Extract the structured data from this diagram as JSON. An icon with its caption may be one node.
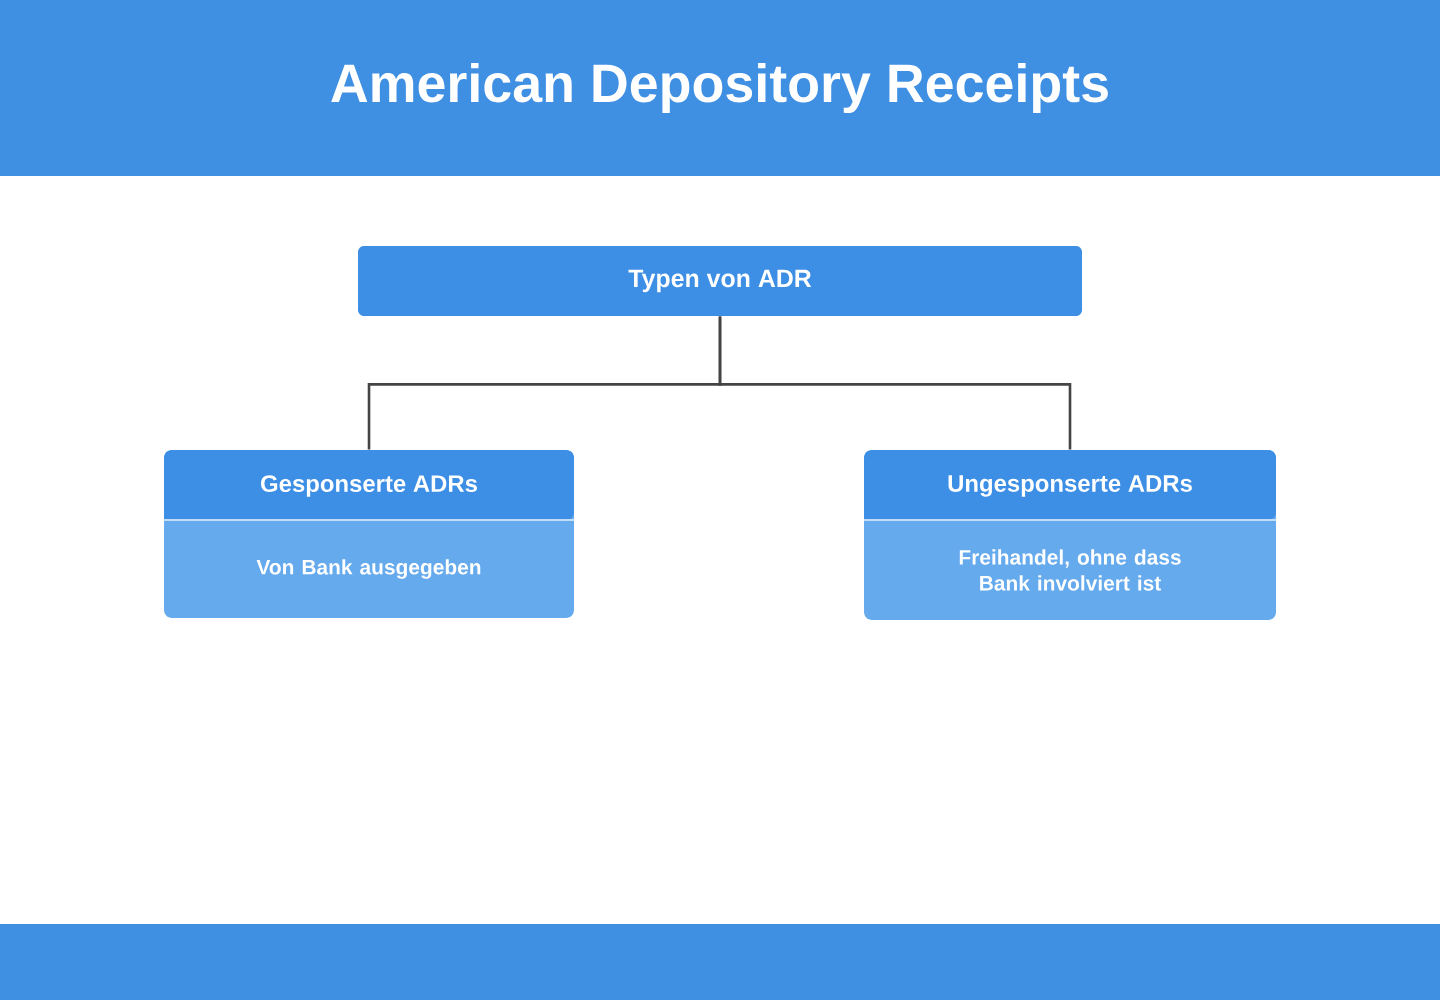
{
  "diagram": {
    "title": "American Depository Receipts",
    "nodes": [
      {
        "text": [
          "Typen von ADR"
        ]
      },
      {
        "text": [
          "Gesponserte ADRs",
          "Von Bank ausgegeben"
        ]
      },
      {
        "text": [
          "Ungesponserte ADRs",
          "Freihandel, ohne dass Bank involviert ist"
        ]
      }
    ],
    "edges": [
      {
        "from": 0,
        "to": 1,
        "arrow": "none"
      },
      {
        "from": 0,
        "to": 2,
        "arrow": "none"
      }
    ]
  }
}
